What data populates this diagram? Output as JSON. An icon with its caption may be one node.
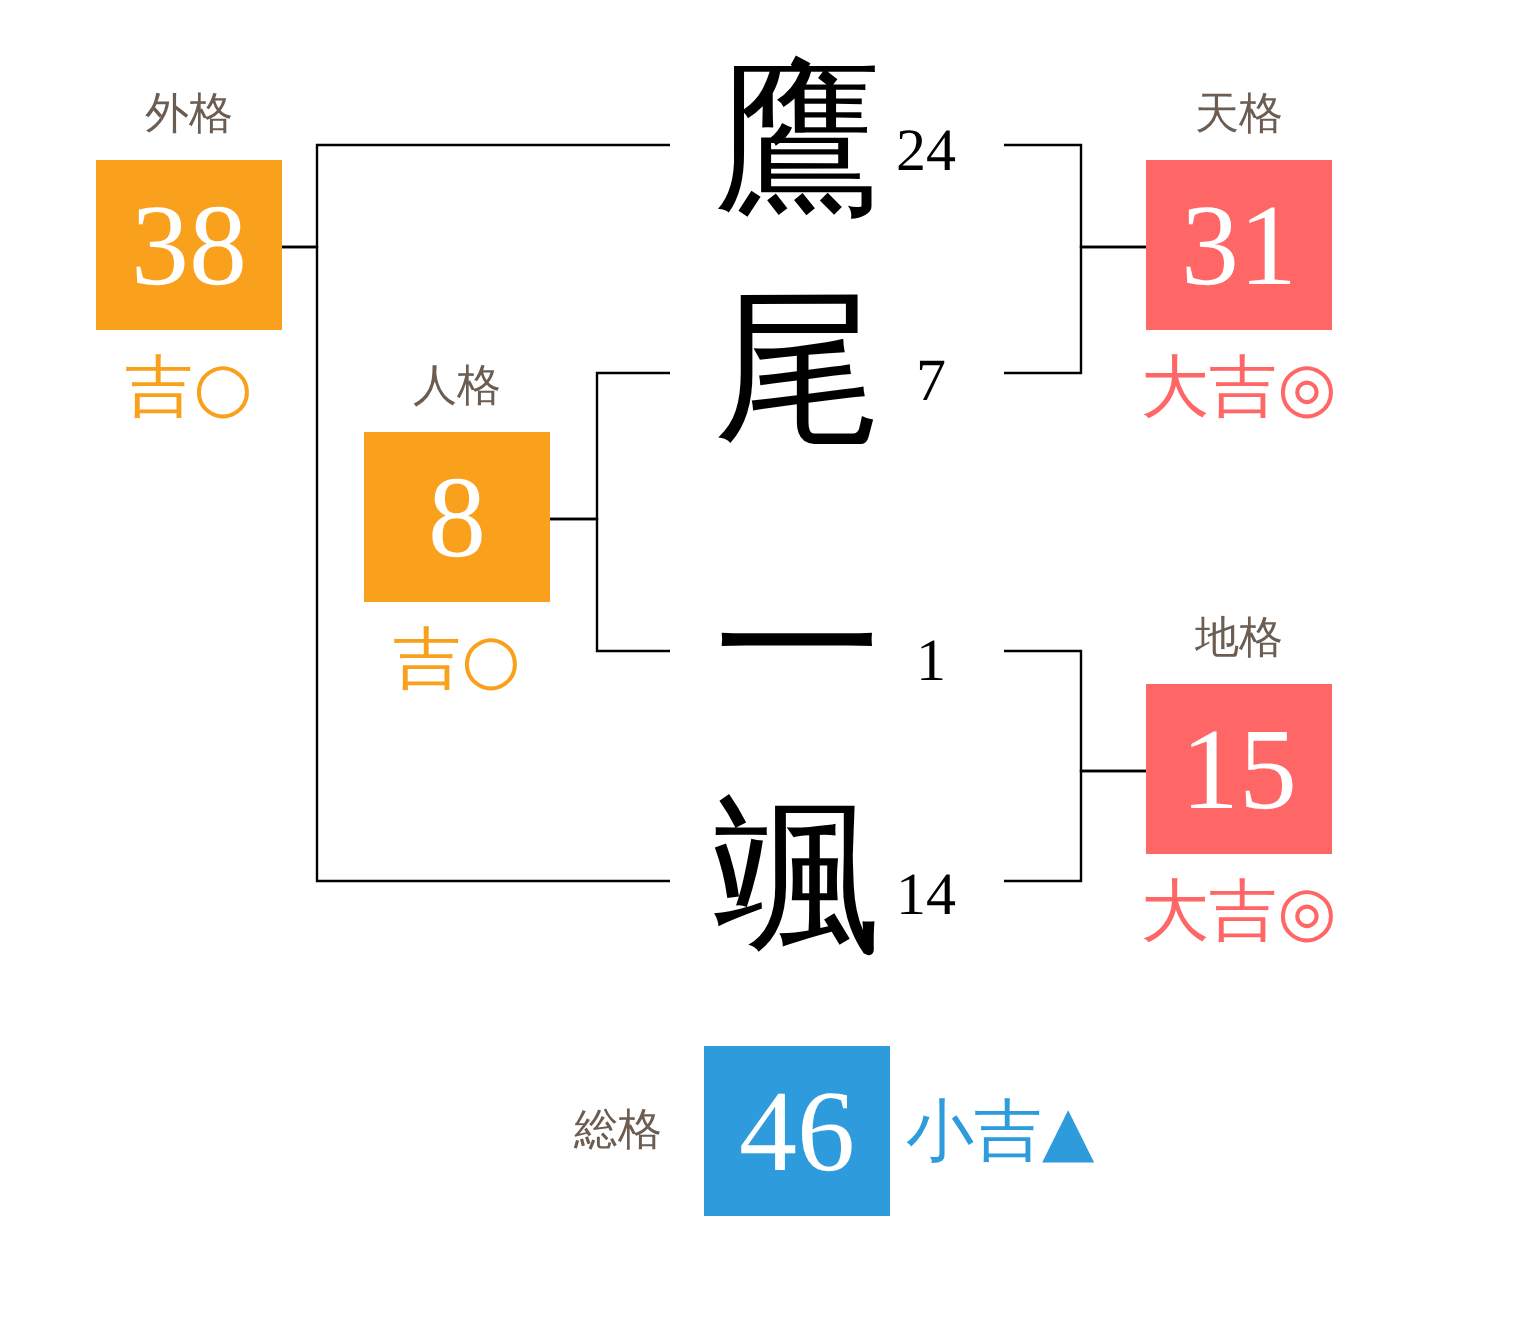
{
  "diagram": {
    "nodes": [
      {
        "text": [
          "外格",
          "38"
        ],
        "beside": [
          "吉○"
        ]
      },
      {
        "text": [
          "鷹"
        ],
        "beside": [
          "24"
        ]
      },
      {
        "text": [
          "天格",
          "31"
        ],
        "beside": [
          "大吉◎"
        ]
      },
      {
        "text": [
          "人格",
          "8"
        ],
        "beside": [
          "吉○"
        ]
      },
      {
        "text": [
          "尾"
        ],
        "beside": [
          "7"
        ]
      },
      {
        "text": [
          "一"
        ],
        "beside": [
          "1"
        ]
      },
      {
        "text": [
          "地格",
          "15"
        ],
        "beside": [
          "大吉◎"
        ]
      },
      {
        "text": [
          "颯"
        ],
        "beside": [
          "14"
        ]
      },
      {
        "text": [
          "総格",
          "46"
        ],
        "beside": [
          "小吉▲"
        ]
      }
    ],
    "edges": [
      {
        "from": 1,
        "to": 0,
        "arrow": "none"
      },
      {
        "from": 7,
        "to": 0,
        "arrow": "none"
      },
      {
        "from": 4,
        "to": 3,
        "arrow": "none"
      },
      {
        "from": 5,
        "to": 3,
        "arrow": "none"
      },
      {
        "from": 1,
        "to": 2,
        "arrow": "none"
      },
      {
        "from": 4,
        "to": 2,
        "arrow": "none"
      },
      {
        "from": 5,
        "to": 6,
        "arrow": "none"
      },
      {
        "from": 7,
        "to": 6,
        "arrow": "none"
      }
    ]
  }
}
